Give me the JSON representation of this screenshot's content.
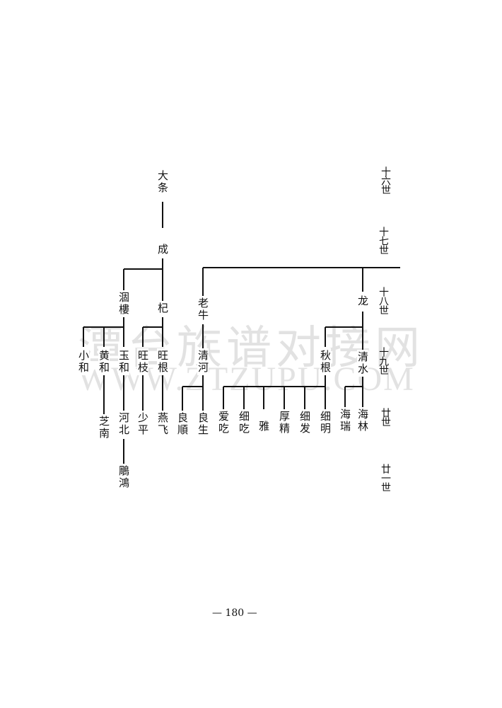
{
  "generations": [
    "十六世",
    "十七世",
    "十八世",
    "十九世",
    "廿世",
    "廿一世"
  ],
  "people": {
    "dajiao": "大条",
    "cheng": "成",
    "hanlou": "涸樓",
    "qi": "杞",
    "laoniu": "老牛",
    "long": "龙",
    "xiaohe": "小和",
    "huanghe": "黄和",
    "yuhe": "玉和",
    "wangzhi": "旺枝",
    "wanggen": "旺根",
    "qinghe": "清河",
    "qiugen": "秋根",
    "qingshui": "清水",
    "zhinan": "芝南",
    "hebei": "河北",
    "shaoping": "少平",
    "yanfei": "燕飞",
    "liangshun": "良順",
    "liangsheng": "良生",
    "aichi": "爱吃",
    "xichi": "细吃",
    "ya": "雅",
    "houjing": "厚精",
    "xifa": "细发",
    "ximing": "细明",
    "hairui": "海瑞",
    "hailin": "海林",
    "diaohong": "鵰鴻"
  },
  "watermark": {
    "cn": "潭台族谱对接网",
    "en": "WWW.ZTZUPU.COM"
  },
  "page_number": "— 180 —"
}
